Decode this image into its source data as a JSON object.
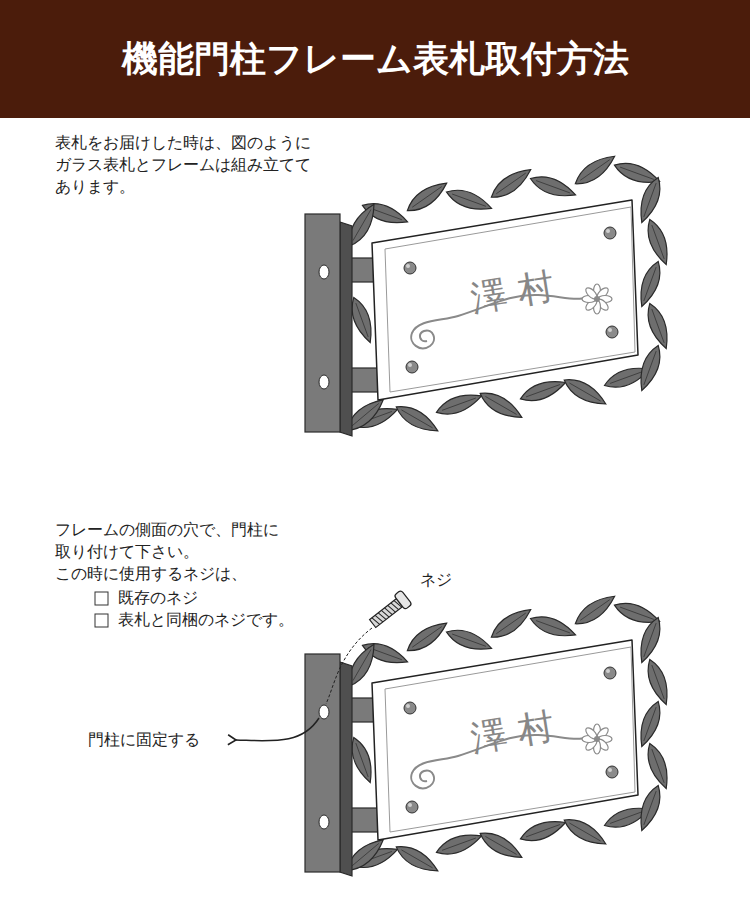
{
  "diagram": {
    "title": "機能門柱フレーム表札取付方法",
    "nodes": [
      {
        "text": [
          "澤村"
        ]
      },
      {
        "text": [
          "澤村"
        ]
      }
    ],
    "labels": [
      "表札をお届けした時は、図のように",
      "ガラス表札とフレームは組み立てて",
      "あります。",
      "フレームの側面の穴で、門柱に",
      "取り付けて下さい。",
      "この時に使用するネジは、",
      "既存のネジ",
      "表札と同梱のネジです。",
      "ネジ",
      "門柱に固定する"
    ]
  }
}
